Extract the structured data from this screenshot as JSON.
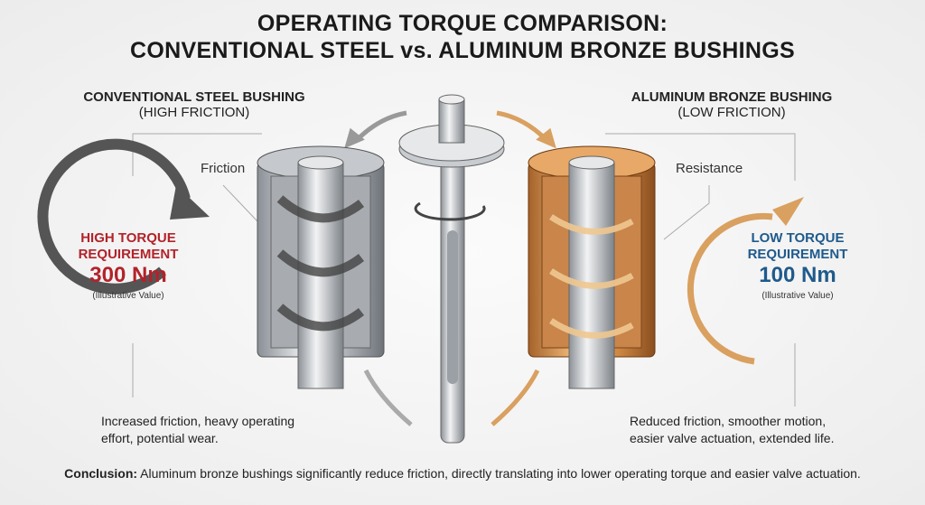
{
  "title": {
    "line1": "OPERATING TORQUE COMPARISON:",
    "line2": "CONVENTIONAL STEEL vs. ALUMINUM BRONZE BUSHINGS"
  },
  "left": {
    "heading": "CONVENTIONAL STEEL BUSHING",
    "subheading": "(HIGH FRICTION)",
    "callout": "Friction",
    "torque_label1": "HIGH TORQUE",
    "torque_label2": "REQUIREMENT",
    "torque_value": "300 Nm",
    "torque_note": "(Illustrative Value)",
    "description": "Increased friction, heavy operating effort, potential wear.",
    "color": "#b3222a"
  },
  "right": {
    "heading": "ALUMINUM BRONZE BUSHING",
    "subheading": "(LOW FRICTION)",
    "callout": "Resistance",
    "torque_label1": "LOW TORQUE",
    "torque_label2": "REQUIREMENT",
    "torque_value": "100 Nm",
    "torque_note": "(Illustrative Value)",
    "description": "Reduced friction, smoother motion, easier valve actuation, extended life.",
    "color": "#1f5a8c"
  },
  "conclusion": {
    "label": "Conclusion:",
    "text": " Aluminum bronze bushings significantly reduce friction, directly translating into lower operating torque and easier valve actuation."
  }
}
